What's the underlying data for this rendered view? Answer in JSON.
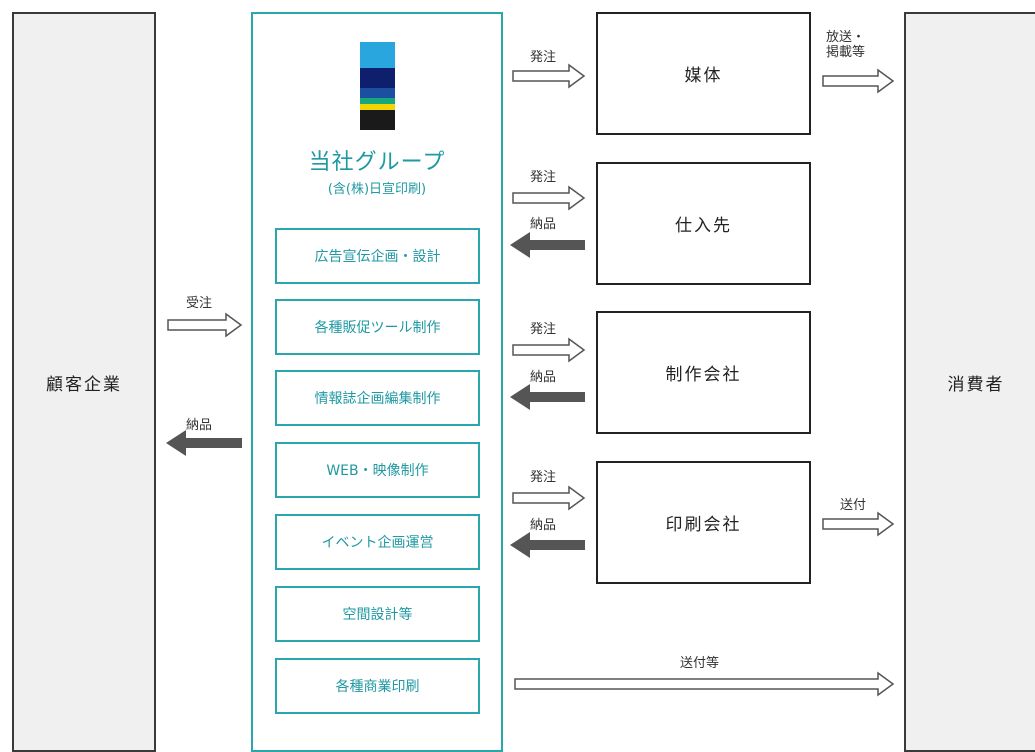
{
  "left": {
    "label": "顧客企業"
  },
  "right": {
    "label": "消費者"
  },
  "group": {
    "title": "当社グループ",
    "subtitle": "(含(株)日宣印刷)",
    "logo_colors": [
      "#2aa6de",
      "#0e1f6e",
      "#1b4fa0",
      "#f3d400",
      "#17a77a",
      "#1a1a1a"
    ],
    "services": [
      "広告宣伝企画・設計",
      "各種販促ツール制作",
      "情報誌企画編集制作",
      "WEB・映像制作",
      "イベント企画運営",
      "空間設計等",
      "各種商業印刷"
    ]
  },
  "partners": [
    "媒体",
    "仕入先",
    "制作会社",
    "印刷会社"
  ],
  "flows": {
    "order_received": "受注",
    "delivery": "納品",
    "order": "発注",
    "broadcast": "放送・掲載等",
    "broadcast_line1": "放送・",
    "broadcast_line2": "掲載等",
    "send": "送付",
    "send_etc": "送付等"
  },
  "colors": {
    "teal": "#2aa7ad",
    "dark": "#222222",
    "panel": "#f0f0f0",
    "arrow_fill": "#555555"
  }
}
